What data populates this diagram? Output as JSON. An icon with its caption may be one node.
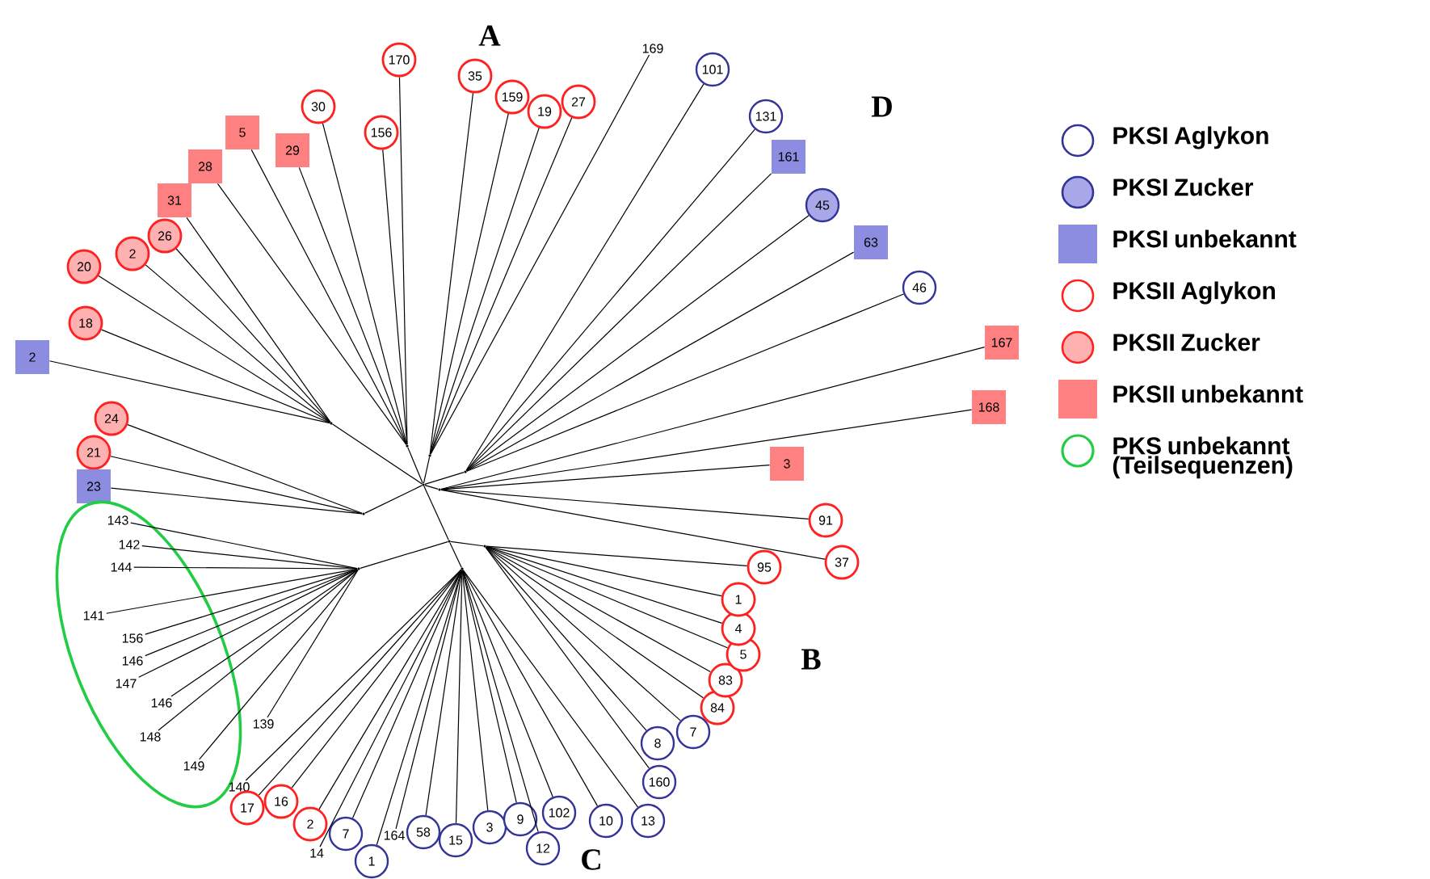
{
  "diagram": {
    "nodes": [
      {
        "text": [
          "170"
        ]
      },
      {
        "text": [
          "30"
        ]
      },
      {
        "text": [
          "156"
        ]
      },
      {
        "text": [
          "5"
        ]
      },
      {
        "text": [
          "29"
        ]
      },
      {
        "text": [
          "28"
        ]
      },
      {
        "text": [
          "31"
        ]
      },
      {
        "text": [
          "26"
        ]
      },
      {
        "text": [
          "2"
        ]
      },
      {
        "text": [
          "20"
        ]
      },
      {
        "text": [
          "18"
        ]
      },
      {
        "text": [
          "2"
        ]
      },
      {
        "text": [
          "24"
        ]
      },
      {
        "text": [
          "21"
        ]
      },
      {
        "text": [
          "23"
        ]
      },
      {
        "text": [],
        "shape": "ellipse"
      },
      {
        "text": [
          "143"
        ],
        "in": 15
      },
      {
        "text": [
          "142"
        ],
        "in": 15
      },
      {
        "text": [
          "144"
        ],
        "in": 15
      },
      {
        "text": [
          "141"
        ],
        "in": 15
      },
      {
        "text": [
          "156"
        ],
        "in": 15
      },
      {
        "text": [
          "146"
        ],
        "in": 15
      },
      {
        "text": [
          "147"
        ],
        "in": 15
      },
      {
        "text": [
          "146"
        ],
        "in": 15
      },
      {
        "text": [
          "148"
        ],
        "in": 15
      },
      {
        "text": [
          "139"
        ]
      },
      {
        "text": [
          "149"
        ],
        "in": 15
      },
      {
        "text": [
          "140"
        ]
      },
      {
        "text": [
          "17"
        ]
      },
      {
        "text": [
          "16"
        ]
      },
      {
        "text": [
          "2"
        ]
      },
      {
        "text": [
          "14"
        ]
      },
      {
        "text": [
          "7"
        ]
      },
      {
        "text": [
          "1"
        ]
      },
      {
        "text": [
          "164"
        ]
      },
      {
        "text": [
          "58"
        ]
      },
      {
        "text": [
          "15"
        ]
      },
      {
        "text": [
          "3"
        ]
      },
      {
        "text": [
          "9"
        ]
      },
      {
        "text": [
          "12"
        ]
      },
      {
        "text": [
          "102"
        ]
      },
      {
        "text": [
          "10"
        ]
      },
      {
        "text": [
          "13"
        ]
      },
      {
        "text": [
          "160"
        ]
      },
      {
        "text": [
          "8"
        ]
      },
      {
        "text": [
          "7"
        ]
      },
      {
        "text": [
          "84"
        ]
      },
      {
        "text": [
          "83"
        ]
      },
      {
        "text": [
          "5"
        ]
      },
      {
        "text": [
          "4"
        ]
      },
      {
        "text": [
          "1"
        ]
      },
      {
        "text": [
          "95"
        ]
      },
      {
        "text": [
          "37"
        ]
      },
      {
        "text": [
          "91"
        ]
      },
      {
        "text": [
          "3"
        ]
      },
      {
        "text": [
          "168"
        ]
      },
      {
        "text": [
          "167"
        ]
      },
      {
        "text": [
          "46"
        ]
      },
      {
        "text": [
          "63"
        ]
      },
      {
        "text": [
          "45"
        ]
      },
      {
        "text": [
          "161"
        ]
      },
      {
        "text": [
          "131"
        ]
      },
      {
        "text": [
          "101"
        ]
      },
      {
        "text": [
          "169"
        ]
      },
      {
        "text": [
          "27"
        ]
      },
      {
        "text": [
          "19"
        ]
      },
      {
        "text": [
          "159"
        ]
      },
      {
        "text": [
          "35"
        ]
      },
      {
        "text": [],
        "shape": "point"
      },
      {
        "text": [],
        "shape": "point"
      },
      {
        "text": [],
        "shape": "point"
      },
      {
        "text": [],
        "shape": "point"
      },
      {
        "text": [],
        "shape": "point"
      },
      {
        "text": [],
        "shape": "point"
      },
      {
        "text": [],
        "shape": "point"
      },
      {
        "text": [],
        "shape": "point"
      },
      {
        "text": [],
        "shape": "point"
      },
      {
        "text": [],
        "shape": "point"
      },
      {
        "text": [],
        "shape": "point"
      }
    ],
    "edges": [
      {
        "from": 70,
        "to": 68,
        "arrow": "none"
      },
      {
        "from": 71,
        "to": 68,
        "arrow": "none"
      },
      {
        "from": 72,
        "to": 68,
        "arrow": "none"
      },
      {
        "from": 73,
        "to": 68,
        "arrow": "none"
      },
      {
        "from": 68,
        "to": 69,
        "arrow": "none"
      },
      {
        "from": 74,
        "to": 69,
        "arrow": "none"
      },
      {
        "from": 75,
        "to": 69,
        "arrow": "none"
      },
      {
        "from": 76,
        "to": 69,
        "arrow": "none"
      },
      {
        "from": 77,
        "to": 68,
        "arrow": "none"
      },
      {
        "from": 78,
        "to": 68,
        "arrow": "none"
      },
      {
        "from": 70,
        "to": 0,
        "arrow": "none"
      },
      {
        "from": 70,
        "to": 1,
        "arrow": "none"
      },
      {
        "from": 70,
        "to": 2,
        "arrow": "none"
      },
      {
        "from": 70,
        "to": 3,
        "arrow": "none"
      },
      {
        "from": 70,
        "to": 4,
        "arrow": "none"
      },
      {
        "from": 70,
        "to": 5,
        "arrow": "none"
      },
      {
        "from": 72,
        "to": 6,
        "arrow": "none"
      },
      {
        "from": 72,
        "to": 7,
        "arrow": "none"
      },
      {
        "from": 72,
        "to": 8,
        "arrow": "none"
      },
      {
        "from": 72,
        "to": 9,
        "arrow": "none"
      },
      {
        "from": 72,
        "to": 10,
        "arrow": "none"
      },
      {
        "from": 72,
        "to": 11,
        "arrow": "none"
      },
      {
        "from": 73,
        "to": 12,
        "arrow": "none"
      },
      {
        "from": 73,
        "to": 13,
        "arrow": "none"
      },
      {
        "from": 73,
        "to": 14,
        "arrow": "none"
      },
      {
        "from": 74,
        "to": 16,
        "arrow": "none"
      },
      {
        "from": 74,
        "to": 17,
        "arrow": "none"
      },
      {
        "from": 74,
        "to": 18,
        "arrow": "none"
      },
      {
        "from": 74,
        "to": 19,
        "arrow": "none"
      },
      {
        "from": 74,
        "to": 20,
        "arrow": "none"
      },
      {
        "from": 74,
        "to": 21,
        "arrow": "none"
      },
      {
        "from": 74,
        "to": 22,
        "arrow": "none"
      },
      {
        "from": 74,
        "to": 23,
        "arrow": "none"
      },
      {
        "from": 74,
        "to": 24,
        "arrow": "none"
      },
      {
        "from": 74,
        "to": 25,
        "arrow": "none"
      },
      {
        "from": 74,
        "to": 26,
        "arrow": "none"
      },
      {
        "from": 75,
        "to": 27,
        "arrow": "none"
      },
      {
        "from": 75,
        "to": 28,
        "arrow": "none"
      },
      {
        "from": 75,
        "to": 29,
        "arrow": "none"
      },
      {
        "from": 75,
        "to": 30,
        "arrow": "none"
      },
      {
        "from": 75,
        "to": 31,
        "arrow": "none"
      },
      {
        "from": 75,
        "to": 32,
        "arrow": "none"
      },
      {
        "from": 75,
        "to": 33,
        "arrow": "none"
      },
      {
        "from": 75,
        "to": 34,
        "arrow": "none"
      },
      {
        "from": 75,
        "to": 35,
        "arrow": "none"
      },
      {
        "from": 75,
        "to": 36,
        "arrow": "none"
      },
      {
        "from": 75,
        "to": 37,
        "arrow": "none"
      },
      {
        "from": 75,
        "to": 38,
        "arrow": "none"
      },
      {
        "from": 75,
        "to": 39,
        "arrow": "none"
      },
      {
        "from": 75,
        "to": 40,
        "arrow": "none"
      },
      {
        "from": 75,
        "to": 41,
        "arrow": "none"
      },
      {
        "from": 75,
        "to": 42,
        "arrow": "none"
      },
      {
        "from": 76,
        "to": 43,
        "arrow": "none"
      },
      {
        "from": 76,
        "to": 44,
        "arrow": "none"
      },
      {
        "from": 76,
        "to": 45,
        "arrow": "none"
      },
      {
        "from": 76,
        "to": 46,
        "arrow": "none"
      },
      {
        "from": 76,
        "to": 47,
        "arrow": "none"
      },
      {
        "from": 76,
        "to": 48,
        "arrow": "none"
      },
      {
        "from": 76,
        "to": 49,
        "arrow": "none"
      },
      {
        "from": 76,
        "to": 50,
        "arrow": "none"
      },
      {
        "from": 76,
        "to": 51,
        "arrow": "none"
      },
      {
        "from": 77,
        "to": 52,
        "arrow": "none"
      },
      {
        "from": 77,
        "to": 53,
        "arrow": "none"
      },
      {
        "from": 77,
        "to": 54,
        "arrow": "none"
      },
      {
        "from": 77,
        "to": 55,
        "arrow": "none"
      },
      {
        "from": 77,
        "to": 56,
        "arrow": "none"
      },
      {
        "from": 78,
        "to": 57,
        "arrow": "none"
      },
      {
        "from": 78,
        "to": 58,
        "arrow": "none"
      },
      {
        "from": 78,
        "to": 59,
        "arrow": "none"
      },
      {
        "from": 78,
        "to": 60,
        "arrow": "none"
      },
      {
        "from": 78,
        "to": 61,
        "arrow": "none"
      },
      {
        "from": 78,
        "to": 62,
        "arrow": "none"
      },
      {
        "from": 71,
        "to": 63,
        "arrow": "none"
      },
      {
        "from": 71,
        "to": 64,
        "arrow": "none"
      },
      {
        "from": 71,
        "to": 65,
        "arrow": "none"
      },
      {
        "from": 71,
        "to": 66,
        "arrow": "none"
      },
      {
        "from": 71,
        "to": 67,
        "arrow": "none"
      }
    ],
    "labels": [
      "A",
      "D",
      "B",
      "C"
    ],
    "legend": [
      {
        "text": "PKSI Aglykon"
      },
      {
        "text": "PKSI Zucker"
      },
      {
        "text": "PKSI unbekannt",
        "color": "#8c8ce0"
      },
      {
        "text": "PKSII Aglykon"
      },
      {
        "text": "PKSII Zucker"
      },
      {
        "text": "PKSII unbekannt",
        "color": "#ff8080"
      },
      {
        "text": "PKS unbekannt (Teilsequenzen)"
      }
    ]
  }
}
